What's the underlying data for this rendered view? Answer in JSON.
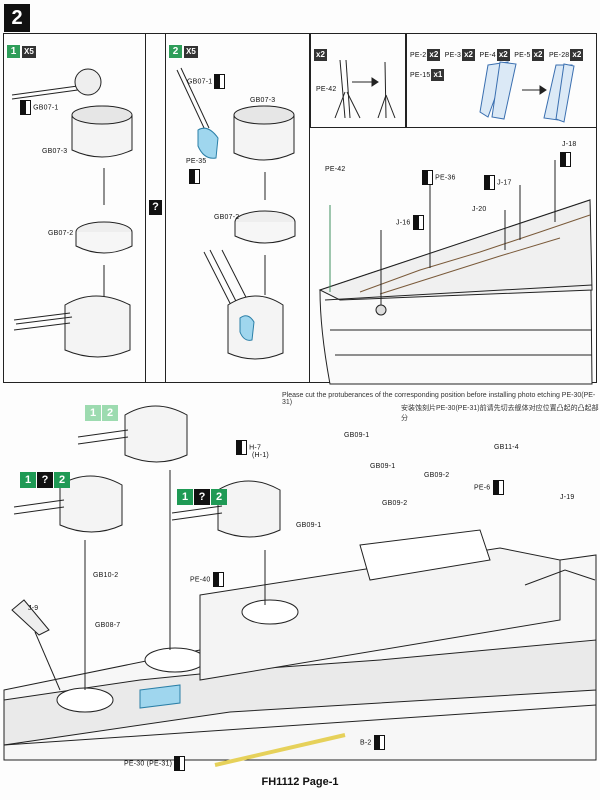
{
  "step": {
    "number": "2"
  },
  "sub1": {
    "badge": "1",
    "qty": "X5",
    "labels": {
      "gb07_1": "GB07-1",
      "gb07_3": "GB07-3",
      "gb07_2": "GB07-2"
    }
  },
  "sub2": {
    "badge": "2",
    "qty": "X5",
    "labels": {
      "gb07_1": "GB07-1",
      "gb07_3": "GB07-3",
      "gb07_2": "GB07-2",
      "pe35": "PE-35"
    }
  },
  "pe42box": {
    "qty": "x2",
    "label": "PE-42"
  },
  "pebox": {
    "parts": [
      {
        "name": "PE-2",
        "qty": "x2"
      },
      {
        "name": "PE-3",
        "qty": "x2"
      },
      {
        "name": "PE-4",
        "qty": "x2"
      },
      {
        "name": "PE-5",
        "qty": "x2"
      },
      {
        "name": "PE-28",
        "qty": "x2"
      },
      {
        "name": "PE-15",
        "qty": "x1"
      }
    ]
  },
  "bow": {
    "labels": {
      "pe42": "PE-42",
      "pe36": "PE-36",
      "j18": "J-18",
      "j17": "J-17",
      "j20": "J-20",
      "j16": "J-16"
    }
  },
  "notes": {
    "en": "Please cut the protuberances of the corresponding position before installing photo etching PE-30(PE-31)",
    "cn": "安装蚀刻片PE-30(PE-31)前请先切去舰体对应位置凸起的凸起部分"
  },
  "main": {
    "badges": [
      {
        "a": "1",
        "b": "2"
      },
      {
        "a": "1",
        "q": "?",
        "b": "2"
      },
      {
        "a": "1",
        "q": "?",
        "b": "2"
      }
    ],
    "labels": {
      "h7": "H-7",
      "h1": "(H-1)",
      "gb09_1a": "GB09-1",
      "gb09_1b": "GB09-1",
      "gb09_1c": "GB09-1",
      "gb11_4": "GB11-4",
      "gb09_2a": "GB09-2",
      "gb09_2b": "GB09-2",
      "pe6": "PE-6",
      "j19": "J-19",
      "gb10_2": "GB10-2",
      "pe40": "PE-40",
      "j9": "J-9",
      "gb08_7": "GB08-7",
      "b2": "B-2",
      "pe30": "PE-30",
      "pe31": "(PE-31)"
    }
  },
  "footer": {
    "text": "FH1112   Page-1"
  }
}
